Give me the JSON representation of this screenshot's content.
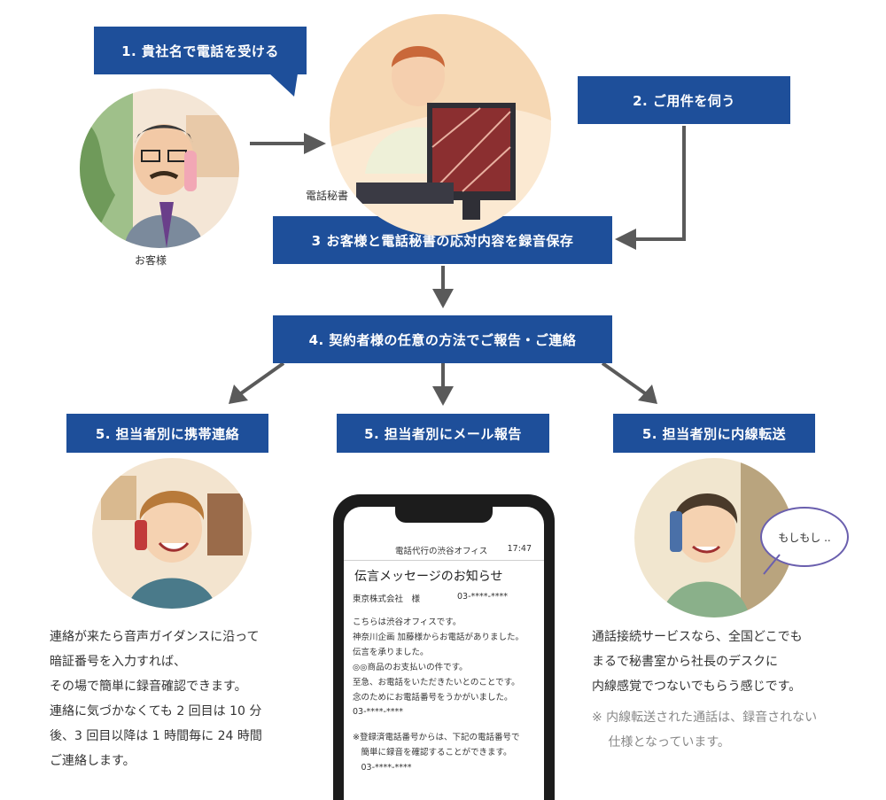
{
  "steps": {
    "s1": "1. 貴社名で電話を受ける",
    "s2": "2. ご用件を伺う",
    "s3": "3 お客様と電話秘書の応対内容を録音保存",
    "s4": "4. 契約者様の任意の方法でご報告・ご連絡",
    "s5a": "5. 担当者別に携帯連絡",
    "s5b": "5. 担当者別にメール報告",
    "s5c": "5. 担当者別に内線転送"
  },
  "captions": {
    "customer": "お客様",
    "secretary": "電話秘書"
  },
  "left_text": [
    "連絡が来たら音声ガイダンスに沿って",
    "暗証番号を入力すれば、",
    "その場で簡単に録音確認できます。",
    "連絡に気づかなくても 2 回目は 10 分",
    "後、3 回目以降は 1 時間毎に 24 時間",
    "ご連絡します。"
  ],
  "right_text": [
    "通話接続サービスなら、全国どこでも",
    "まるで秘書室から社長のデスクに",
    "内線感覚でつないでもらう感じです。"
  ],
  "right_note": [
    "※ 内線転送された通話は、録音されない",
    "　 仕様となっています。"
  ],
  "bubble_text": "もしもし ..",
  "phone": {
    "app_name": "電話代行の渋谷オフィス",
    "time": "17:47",
    "title": "伝言メッセージのお知らせ",
    "recipient": "東京株式会社　様",
    "recipient_number": "03-****-****",
    "lines": [
      "こちらは渋谷オフィスです。",
      "神奈川企画 加藤様からお電話がありました。",
      "伝言を承りました。",
      "◎◎商品のお支払いの件です。",
      "至急、お電話をいただきたいとのことです。",
      "念のためにお電話番号をうかがいました。",
      "03-****-****"
    ],
    "note_lines": [
      "※登録済電話番号からは、下記の電話番号で",
      "　簡単に録音を確認することができます。",
      "　03-****-****"
    ]
  },
  "colors": {
    "box": "#1e4f9a",
    "arrow": "#5a5a5a",
    "bubble_border": "#6a5fae"
  }
}
